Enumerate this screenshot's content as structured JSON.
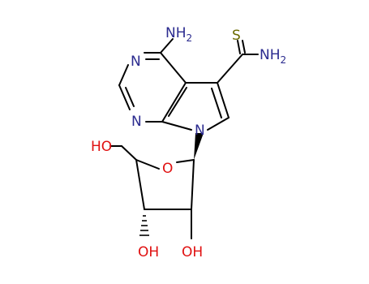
{
  "molecule": {
    "labels": {
      "amine": "NH",
      "amine_sub": "2",
      "thio_s": "S",
      "thioamide": "NH",
      "thioamide_sub": "2",
      "ring_n_top": "N",
      "ring_n_bottom": "N",
      "ring_n_pyrrole": "N",
      "ring_o": "O",
      "hydroxyl_ch2": "HO",
      "hydroxyl_3": "OH",
      "hydroxyl_2": "OH"
    },
    "colors": {
      "bond": "#000000",
      "nitrogen": "#2b2b8f",
      "oxygen": "#e01010",
      "sulfur": "#6b6b00"
    }
  }
}
